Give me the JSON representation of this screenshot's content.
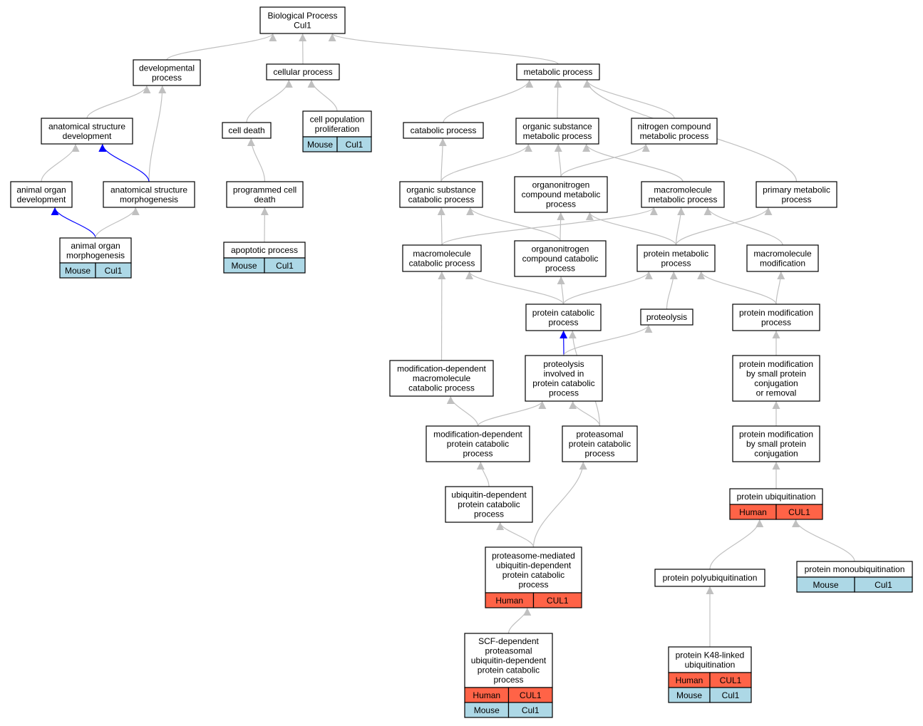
{
  "colors": {
    "human": "#ff6347",
    "mouse": "#add8e6",
    "edge_default": "#c0c0c0",
    "edge_highlight": "#0000ff"
  },
  "nodes": {
    "bp": {
      "label": [
        "Biological Process",
        "Cul1"
      ]
    },
    "devproc": {
      "label": [
        "developmental",
        "process"
      ]
    },
    "cellproc": {
      "label": [
        "cellular process"
      ]
    },
    "metab": {
      "label": [
        "metabolic process"
      ]
    },
    "asd": {
      "label": [
        "anatomical structure",
        "development"
      ]
    },
    "celldeath": {
      "label": [
        "cell death"
      ]
    },
    "cellprolif": {
      "label": [
        "cell population",
        "proliferation"
      ],
      "rows": [
        [
          "Mouse",
          "Cul1"
        ]
      ]
    },
    "catab": {
      "label": [
        "catabolic process"
      ]
    },
    "osmp": {
      "label": [
        "organic substance",
        "metabolic process"
      ]
    },
    "ncmp": {
      "label": [
        "nitrogen compound",
        "metabolic process"
      ]
    },
    "aod": {
      "label": [
        "animal organ",
        "development"
      ]
    },
    "asm": {
      "label": [
        "anatomical structure",
        "morphogenesis"
      ]
    },
    "pcd": {
      "label": [
        "programmed cell",
        "death"
      ]
    },
    "oscp": {
      "label": [
        "organic substance",
        "catabolic process"
      ]
    },
    "oncmp": {
      "label": [
        "organonitrogen",
        "compound metabolic",
        "process"
      ]
    },
    "mmp": {
      "label": [
        "macromolecule",
        "metabolic process"
      ]
    },
    "pmp": {
      "label": [
        "primary metabolic",
        "process"
      ]
    },
    "aom": {
      "label": [
        "animal organ",
        "morphogenesis"
      ],
      "rows": [
        [
          "Mouse",
          "Cul1"
        ]
      ]
    },
    "apop": {
      "label": [
        "apoptotic process"
      ],
      "rows": [
        [
          "Mouse",
          "Cul1"
        ]
      ]
    },
    "mcp": {
      "label": [
        "macromolecule",
        "catabolic process"
      ]
    },
    "onccp": {
      "label": [
        "organonitrogen",
        "compound catabolic",
        "process"
      ]
    },
    "protmp": {
      "label": [
        "protein metabolic",
        "process"
      ]
    },
    "mmod": {
      "label": [
        "macromolecule",
        "modification"
      ]
    },
    "pcp": {
      "label": [
        "protein catabolic",
        "process"
      ]
    },
    "proteol": {
      "label": [
        "proteolysis"
      ]
    },
    "pmodp": {
      "label": [
        "protein modification",
        "process"
      ]
    },
    "mdmcp": {
      "label": [
        "modification-dependent",
        "macromolecule",
        "catabolic process"
      ]
    },
    "pipcp": {
      "label": [
        "proteolysis",
        "involved in",
        "protein catabolic",
        "process"
      ]
    },
    "pmspc": {
      "label": [
        "protein modification",
        "by small protein",
        "conjugation",
        "or removal"
      ]
    },
    "mdpcp": {
      "label": [
        "modification-dependent",
        "protein catabolic",
        "process"
      ]
    },
    "ppcp": {
      "label": [
        "proteasomal",
        "protein catabolic",
        "process"
      ]
    },
    "pmspcj": {
      "label": [
        "protein modification",
        "by small protein",
        "conjugation"
      ]
    },
    "udpcp": {
      "label": [
        "ubiquitin-dependent",
        "protein catabolic",
        "process"
      ]
    },
    "pubiq": {
      "label": [
        "protein ubiquitination"
      ],
      "rows": [
        [
          "Human",
          "CUL1"
        ]
      ]
    },
    "pmudpcp": {
      "label": [
        "proteasome-mediated",
        "ubiquitin-dependent",
        "protein catabolic",
        "process"
      ],
      "rows": [
        [
          "Human",
          "CUL1"
        ]
      ]
    },
    "ppolyu": {
      "label": [
        "protein polyubiquitination"
      ]
    },
    "pmonou": {
      "label": [
        "protein monoubiquitination"
      ],
      "rows": [
        [
          "Mouse",
          "Cul1"
        ]
      ]
    },
    "scf": {
      "label": [
        "SCF-dependent",
        "proteasomal",
        "ubiquitin-dependent",
        "protein catabolic",
        "process"
      ],
      "rows": [
        [
          "Human",
          "CUL1"
        ],
        [
          "Mouse",
          "Cul1"
        ]
      ]
    },
    "k48": {
      "label": [
        "protein K48-linked",
        "ubiquitination"
      ],
      "rows": [
        [
          "Human",
          "CUL1"
        ],
        [
          "Mouse",
          "Cul1"
        ]
      ]
    }
  },
  "edges": [
    {
      "from": "devproc",
      "to": "bp"
    },
    {
      "from": "cellproc",
      "to": "bp"
    },
    {
      "from": "metab",
      "to": "bp"
    },
    {
      "from": "asd",
      "to": "devproc"
    },
    {
      "from": "asm",
      "to": "devproc"
    },
    {
      "from": "celldeath",
      "to": "cellproc"
    },
    {
      "from": "cellprolif",
      "to": "cellproc"
    },
    {
      "from": "catab",
      "to": "metab"
    },
    {
      "from": "osmp",
      "to": "metab"
    },
    {
      "from": "ncmp",
      "to": "metab"
    },
    {
      "from": "pmp",
      "to": "metab"
    },
    {
      "from": "aod",
      "to": "asd"
    },
    {
      "from": "asm",
      "to": "asd",
      "highlight": true
    },
    {
      "from": "aom",
      "to": "aod",
      "highlight": true
    },
    {
      "from": "aom",
      "to": "asm"
    },
    {
      "from": "pcd",
      "to": "celldeath"
    },
    {
      "from": "apop",
      "to": "pcd"
    },
    {
      "from": "oscp",
      "to": "catab"
    },
    {
      "from": "oscp",
      "to": "osmp"
    },
    {
      "from": "oncmp",
      "to": "osmp"
    },
    {
      "from": "oncmp",
      "to": "ncmp"
    },
    {
      "from": "mmp",
      "to": "osmp"
    },
    {
      "from": "mcp",
      "to": "oscp"
    },
    {
      "from": "mcp",
      "to": "mmp"
    },
    {
      "from": "onccp",
      "to": "oscp"
    },
    {
      "from": "onccp",
      "to": "oncmp"
    },
    {
      "from": "protmp",
      "to": "oncmp"
    },
    {
      "from": "protmp",
      "to": "mmp"
    },
    {
      "from": "protmp",
      "to": "pmp"
    },
    {
      "from": "mmod",
      "to": "mmp"
    },
    {
      "from": "pcp",
      "to": "mcp"
    },
    {
      "from": "pcp",
      "to": "onccp"
    },
    {
      "from": "pcp",
      "to": "protmp"
    },
    {
      "from": "proteol",
      "to": "protmp"
    },
    {
      "from": "pmodp",
      "to": "protmp"
    },
    {
      "from": "pmodp",
      "to": "mmod"
    },
    {
      "from": "mdmcp",
      "to": "mcp"
    },
    {
      "from": "pipcp",
      "to": "pcp",
      "highlight": true
    },
    {
      "from": "pipcp",
      "to": "proteol"
    },
    {
      "from": "pmspc",
      "to": "pmodp"
    },
    {
      "from": "mdpcp",
      "to": "mdmcp"
    },
    {
      "from": "mdpcp",
      "to": "pipcp"
    },
    {
      "from": "ppcp",
      "to": "pipcp"
    },
    {
      "from": "ppcp",
      "to": "pcp"
    },
    {
      "from": "pmspcj",
      "to": "pmspc"
    },
    {
      "from": "udpcp",
      "to": "mdpcp"
    },
    {
      "from": "pubiq",
      "to": "pmspcj"
    },
    {
      "from": "pmudpcp",
      "to": "udpcp"
    },
    {
      "from": "pmudpcp",
      "to": "ppcp"
    },
    {
      "from": "ppolyu",
      "to": "pubiq"
    },
    {
      "from": "pmonou",
      "to": "pubiq"
    },
    {
      "from": "scf",
      "to": "pmudpcp"
    },
    {
      "from": "k48",
      "to": "ppolyu"
    }
  ]
}
